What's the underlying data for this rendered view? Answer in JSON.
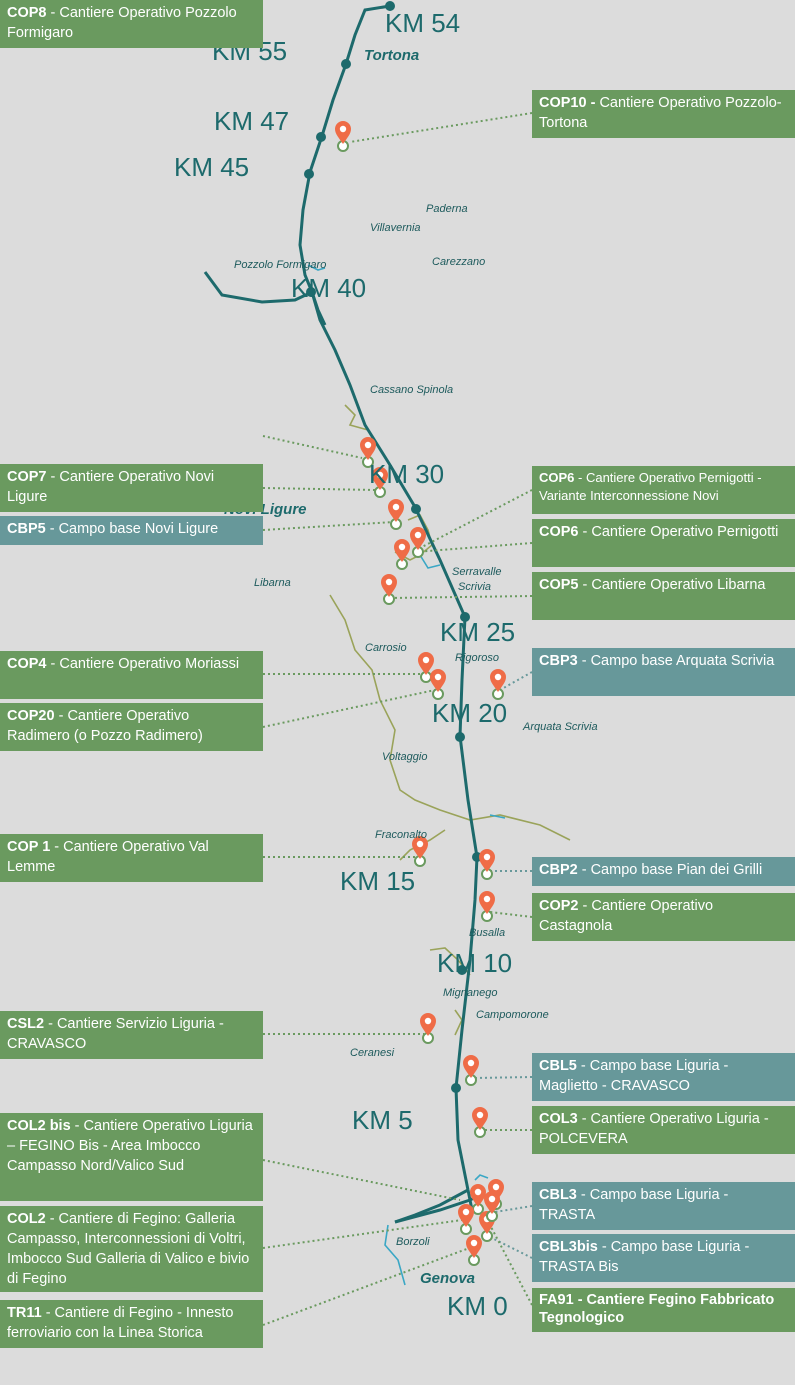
{
  "colors": {
    "background": "#dcdcdc",
    "line": "#1d6a6c",
    "pin": "#ef6c47",
    "green_box": "#6a9a5f",
    "teal_box": "#67989a",
    "river": "#3aa7c5",
    "border": "#9aa35a"
  },
  "km_labels": [
    "KM 54",
    "KM 55",
    "KM 47",
    "KM 45",
    "KM 40",
    "KM 30",
    "KM 25",
    "KM 20",
    "KM 15",
    "KM 10",
    "KM 5",
    "KM 0"
  ],
  "cities": [
    "Tortona",
    "Novi Ligure",
    "Genova"
  ],
  "towns": [
    "Paderna",
    "Villavernia",
    "Carezzano",
    "Pozzolo Formigaro",
    "Cassano Spinola",
    "Serravalle",
    "Scrivia",
    "Libarna",
    "Carrosio",
    "Rigoroso",
    "Arquata Scrivia",
    "Voltaggio",
    "Fraconalto",
    "Busalla",
    "Mignanego",
    "Campomorone",
    "Ceranesi",
    "Borzoli"
  ],
  "sites": [
    {
      "code": "COP10 -",
      "text": " Cantiere Operativo Pozzolo-Tortona"
    },
    {
      "code": "COP8",
      "text": " - Cantiere Operativo Pozzolo Formigaro"
    },
    {
      "code": "COP7",
      "text": " - Cantiere Operativo Novi Ligure"
    },
    {
      "code": "CBP5",
      "text": " - Campo base Novi Ligure"
    },
    {
      "code": "COP6",
      "text": " - Cantiere Operativo Pernigotti - Variante Interconnessione Novi"
    },
    {
      "code": "COP6",
      "text": " - Cantiere Operativo Pernigotti"
    },
    {
      "code": "COP5",
      "text": " - Cantiere Operativo Libarna"
    },
    {
      "code": "COP4",
      "text": " - Cantiere Operativo Moriassi"
    },
    {
      "code": "CBP3",
      "text": " - Campo base Arquata Scrivia"
    },
    {
      "code": "COP20",
      "text": " - Cantiere Operativo Radimero (o Pozzo Radimero)"
    },
    {
      "code": "COP 1",
      "text": " - Cantiere Operativo Val Lemme"
    },
    {
      "code": "CBP2",
      "text": " - Campo base Pian dei Grilli"
    },
    {
      "code": "COP2",
      "text": " - Cantiere Operativo Castagnola"
    },
    {
      "code": "CSL2",
      "text": " - Cantiere Servizio Liguria - CRAVASCO"
    },
    {
      "code": "CBL5",
      "text": " - Campo base Liguria - Maglietto - CRAVASCO"
    },
    {
      "code": "COL3",
      "text": " - Cantiere Operativo Liguria - POLCEVERA"
    },
    {
      "code": "COL2 bis",
      "text": " - Cantiere Operativo Liguria – FEGINO Bis - Area Imbocco Campasso Nord/Valico Sud"
    },
    {
      "code": "CBL3",
      "text": " - Campo base Liguria - TRASTA"
    },
    {
      "code": "COL2",
      "text": " - Cantiere di Fegino: Galleria Campasso, Interconnessioni di Voltri, Imbocco Sud Galleria di Valico e bivio di Fegino"
    },
    {
      "code": "CBL3bis",
      "text": " - Campo base Liguria - TRASTA Bis"
    },
    {
      "code": "FA91",
      "text": " - Cantiere Fegino Fabbricato Tegnologico"
    },
    {
      "code": "TR11",
      "text": " - Cantiere di Fegino - Innesto ferroviario con la Linea Storica"
    }
  ]
}
